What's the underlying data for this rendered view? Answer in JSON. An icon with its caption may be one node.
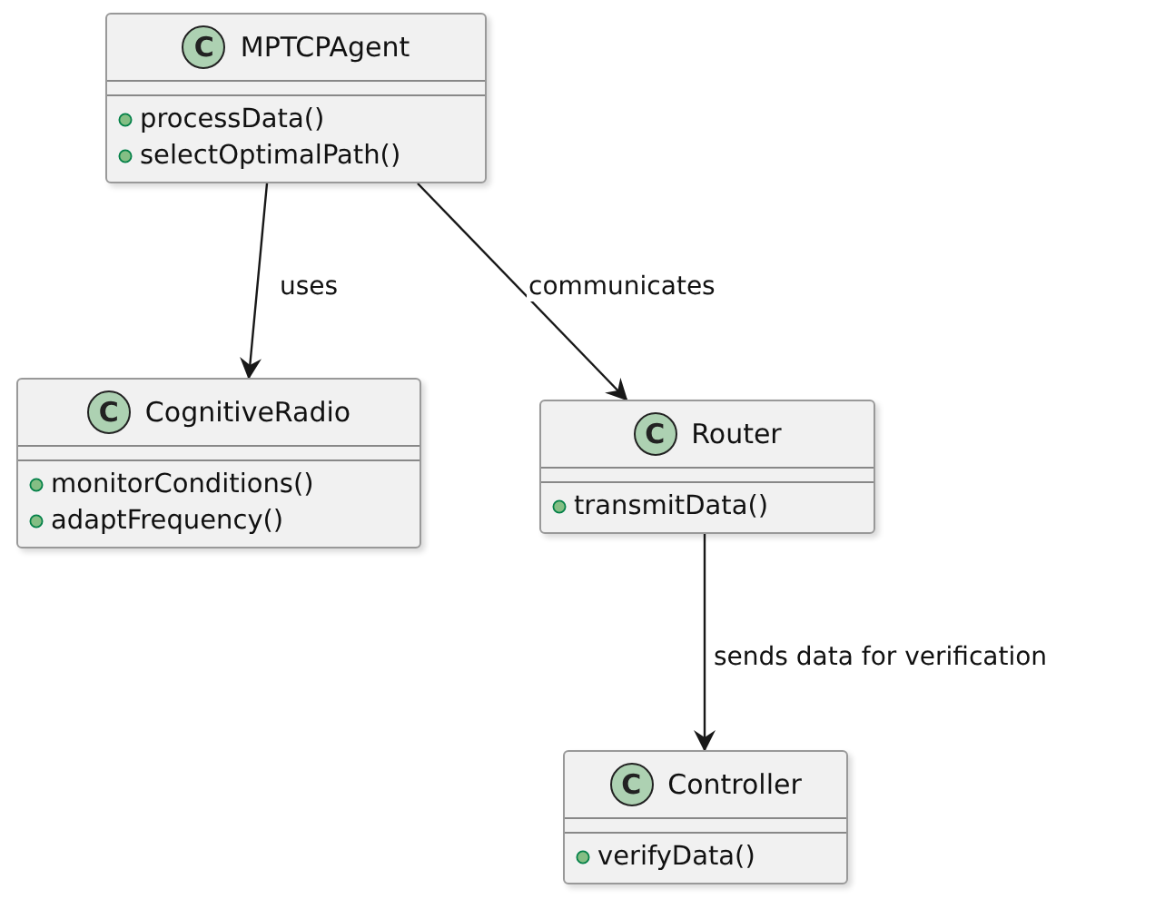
{
  "diagram": {
    "nodes": [
      {
        "text": [
          "C",
          "MPTCPAgent",
          "processData()",
          "selectOptimalPath()"
        ]
      },
      {
        "text": [
          "C",
          "CognitiveRadio",
          "monitorConditions()",
          "adaptFrequency()"
        ]
      },
      {
        "text": [
          "C",
          "Router",
          "transmitData()"
        ]
      },
      {
        "text": [
          "C",
          "Controller",
          "verifyData()"
        ]
      }
    ],
    "edges": [
      {
        "from": 0,
        "to": 1,
        "arrow": "to",
        "label": "uses"
      },
      {
        "from": 0,
        "to": 2,
        "arrow": "to",
        "label": "communicates"
      },
      {
        "from": 2,
        "to": 3,
        "arrow": "to",
        "label": "sends data for verification"
      }
    ]
  }
}
